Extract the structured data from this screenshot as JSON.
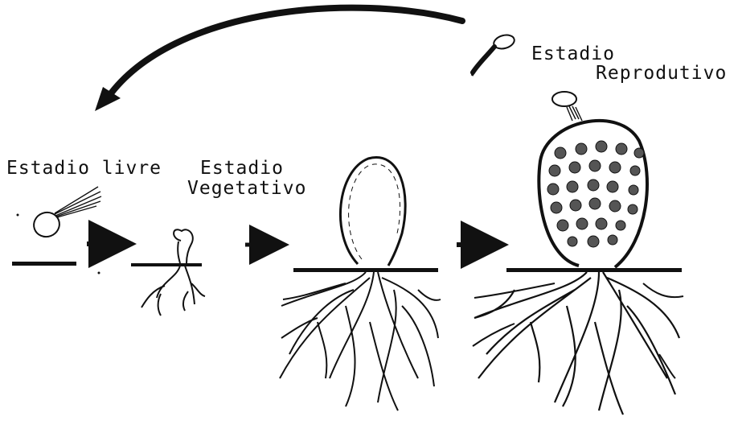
{
  "labels": {
    "free_stage": "Estadio livre",
    "vegetative_line1": "Estadio",
    "vegetative_line2": "Vegetativo",
    "reproductive_line1": "Estadio",
    "reproductive_line2": "Reprodutivo"
  },
  "colors": {
    "ink": "#111111",
    "background": "#ffffff"
  }
}
